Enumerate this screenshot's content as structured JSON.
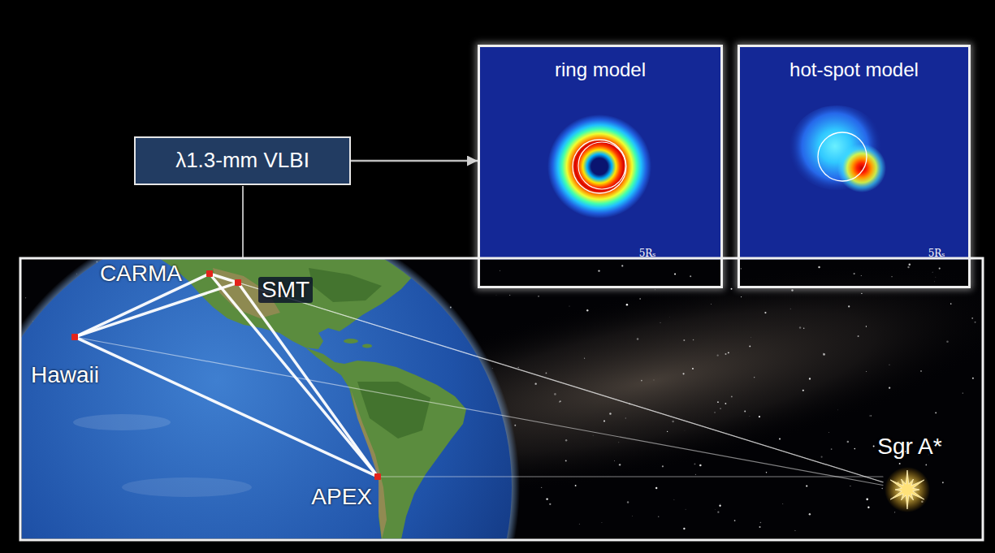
{
  "diagram": {
    "nodes": [
      {
        "text": [
          "λ1.3-mm VLBI"
        ]
      },
      {
        "text": [
          "ring model",
          "5Rₛ"
        ]
      },
      {
        "text": [
          "hot-spot model",
          "5Rₛ"
        ]
      },
      {
        "text": [
          "CARMA"
        ]
      },
      {
        "text": [
          "SMT"
        ]
      },
      {
        "text": [
          "Hawaii"
        ]
      },
      {
        "text": [
          "APEX"
        ]
      },
      {
        "text": [
          "Sgr A*"
        ]
      }
    ],
    "edges": [
      {
        "from": 0,
        "to": 1,
        "arrow": "to"
      },
      {
        "from": 3,
        "to": 4,
        "arrow": "none"
      },
      {
        "from": 5,
        "to": 3,
        "arrow": "none"
      },
      {
        "from": 5,
        "to": 4,
        "arrow": "none"
      },
      {
        "from": 5,
        "to": 6,
        "arrow": "none"
      },
      {
        "from": 3,
        "to": 6,
        "arrow": "none"
      },
      {
        "from": 4,
        "to": 6,
        "arrow": "none"
      },
      {
        "from": 3,
        "to": 7,
        "arrow": "none"
      },
      {
        "from": 4,
        "to": 7,
        "arrow": "none"
      },
      {
        "from": 5,
        "to": 7,
        "arrow": "none"
      },
      {
        "from": 6,
        "to": 7,
        "arrow": "none"
      }
    ]
  }
}
